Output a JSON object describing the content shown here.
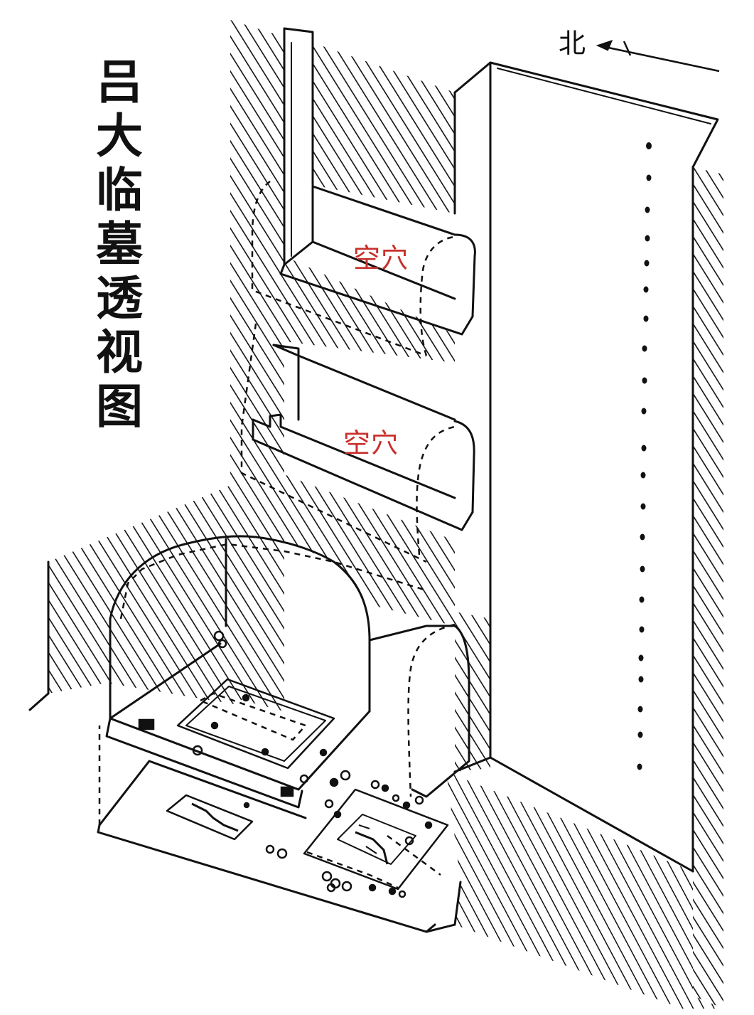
{
  "title": "吕大临墓透视图",
  "north_label": "北",
  "chamber_labels": [
    "空穴",
    "空穴"
  ],
  "colors": {
    "line": "#111111",
    "label": "#c8302c",
    "background": "#ffffff"
  }
}
